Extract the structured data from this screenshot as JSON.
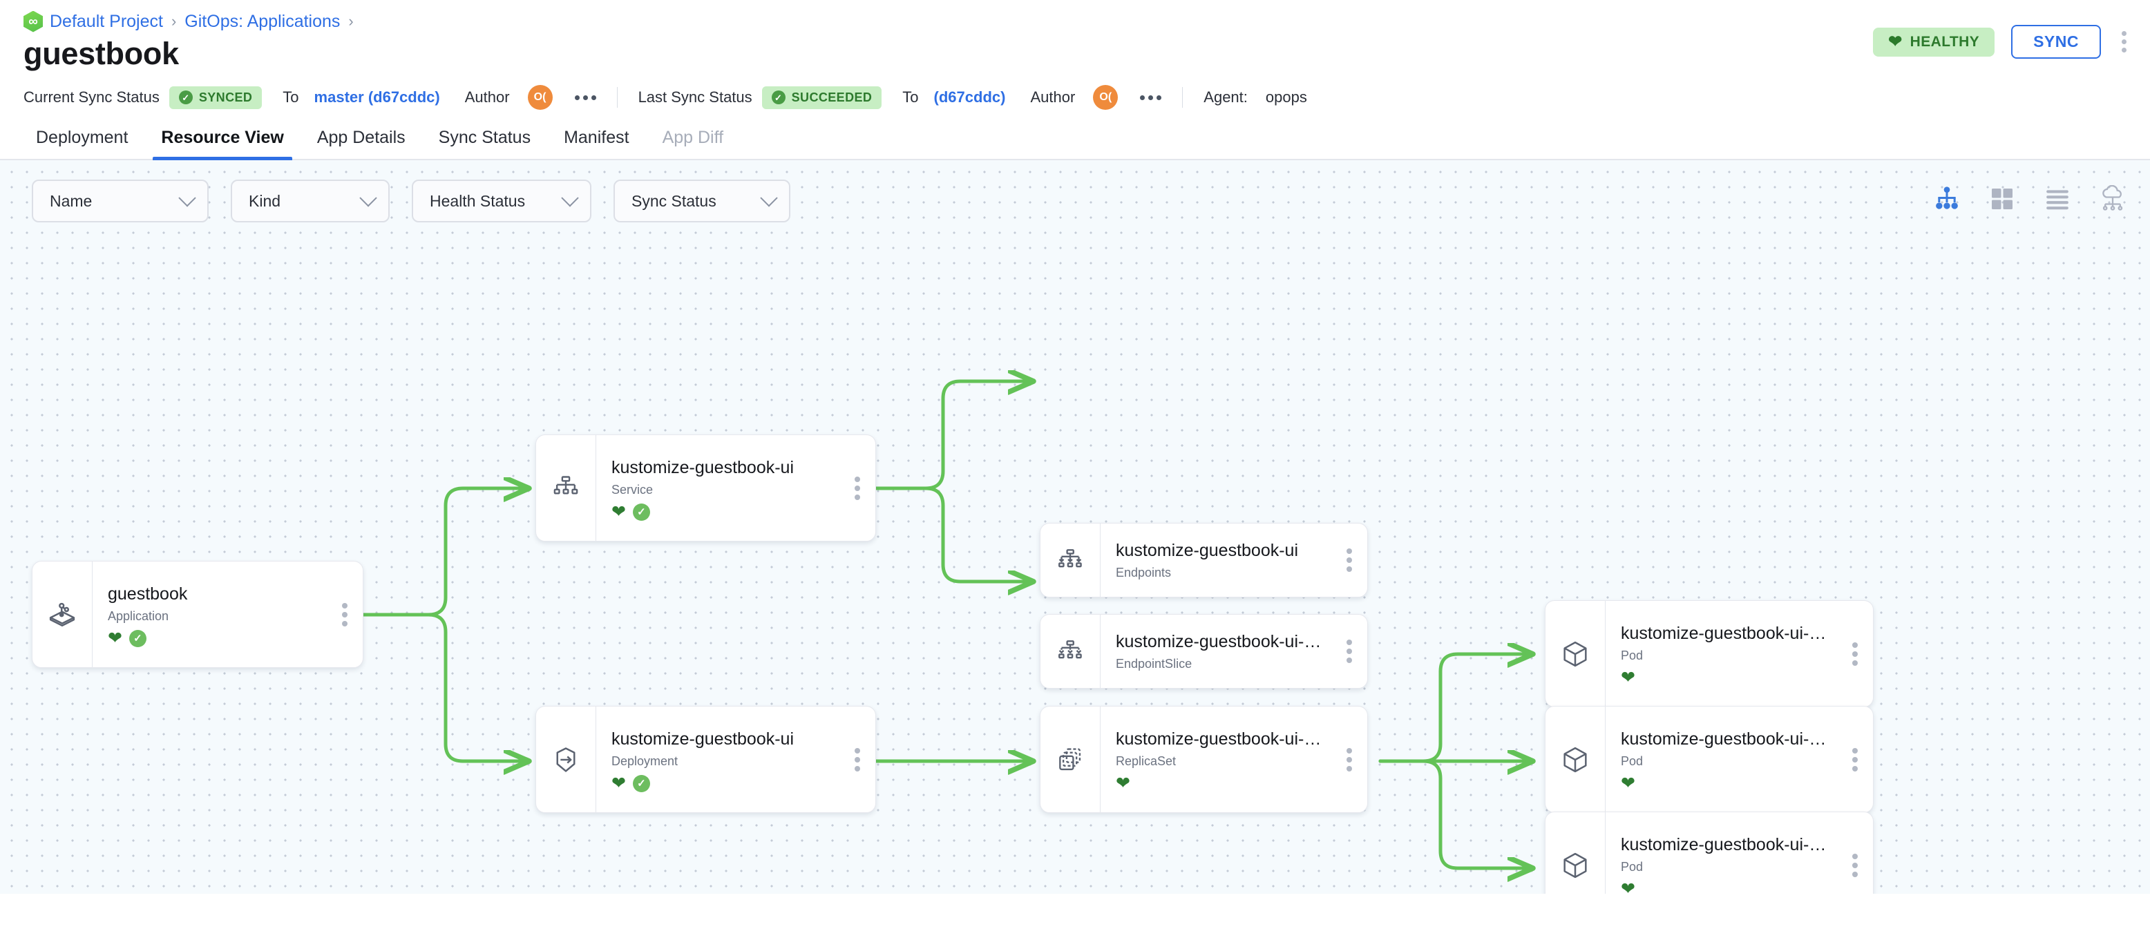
{
  "header": {
    "breadcrumb": [
      {
        "label": "Default Project",
        "icon": "project-hex-icon"
      },
      {
        "label": "GitOps: Applications"
      }
    ],
    "separator": "›",
    "title": "guestbook",
    "health_badge": {
      "label": "HEALTHY",
      "icon": "heart-icon",
      "color": "#2d7a2d",
      "bg": "#c7eec3"
    },
    "sync_button": "SYNC",
    "overflow_menu": "more-options"
  },
  "status": {
    "current": {
      "label": "Current Sync Status",
      "pill": "SYNCED",
      "to_word": "To",
      "revision": "master (d67cddc)",
      "author_word": "Author",
      "avatar_initials": "O("
    },
    "last": {
      "label": "Last Sync Status",
      "pill": "SUCCEEDED",
      "to_word": "To",
      "revision": "(d67cddc)",
      "author_word": "Author",
      "avatar_initials": "O("
    },
    "agent": {
      "label": "Agent:",
      "value": "opops"
    }
  },
  "tabs": [
    {
      "label": "Deployment",
      "state": "normal"
    },
    {
      "label": "Resource View",
      "state": "active"
    },
    {
      "label": "App Details",
      "state": "normal"
    },
    {
      "label": "Sync Status",
      "state": "normal"
    },
    {
      "label": "Manifest",
      "state": "normal"
    },
    {
      "label": "App Diff",
      "state": "disabled"
    }
  ],
  "filters": [
    {
      "label": "Name",
      "name": "filter-name"
    },
    {
      "label": "Kind",
      "name": "filter-kind"
    },
    {
      "label": "Health Status",
      "name": "filter-health-status"
    },
    {
      "label": "Sync Status",
      "name": "filter-sync-status"
    }
  ],
  "view_toggles": [
    {
      "name": "tree-view-icon",
      "active": true
    },
    {
      "name": "grid-view-icon",
      "active": false
    },
    {
      "name": "list-view-icon",
      "active": false
    },
    {
      "name": "network-view-icon",
      "active": false
    }
  ],
  "graph": {
    "accent_edge_color": "#63c257",
    "nodes": [
      {
        "id": "app",
        "name": "guestbook",
        "kind": "Application",
        "icon": "application-icon",
        "health": true,
        "synced": true
      },
      {
        "id": "svc",
        "name": "kustomize-guestbook-ui",
        "kind": "Service",
        "icon": "service-icon",
        "health": true,
        "synced": true
      },
      {
        "id": "ep",
        "name": "kustomize-guestbook-ui",
        "kind": "Endpoints",
        "icon": "endpoints-icon",
        "health": false,
        "synced": false
      },
      {
        "id": "eps",
        "name": "kustomize-guestbook-ui-…",
        "kind": "EndpointSlice",
        "icon": "endpointslice-icon",
        "health": false,
        "synced": false
      },
      {
        "id": "deploy",
        "name": "kustomize-guestbook-ui",
        "kind": "Deployment",
        "icon": "deployment-icon",
        "health": true,
        "synced": true
      },
      {
        "id": "rs",
        "name": "kustomize-guestbook-ui-…",
        "kind": "ReplicaSet",
        "icon": "replicaset-icon",
        "health": true,
        "synced": false
      },
      {
        "id": "pod1",
        "name": "kustomize-guestbook-ui-…",
        "kind": "Pod",
        "icon": "pod-icon",
        "health": true,
        "synced": false
      },
      {
        "id": "pod2",
        "name": "kustomize-guestbook-ui-…",
        "kind": "Pod",
        "icon": "pod-icon",
        "health": true,
        "synced": false
      },
      {
        "id": "pod3",
        "name": "kustomize-guestbook-ui-…",
        "kind": "Pod",
        "icon": "pod-icon",
        "health": true,
        "synced": false
      }
    ]
  }
}
